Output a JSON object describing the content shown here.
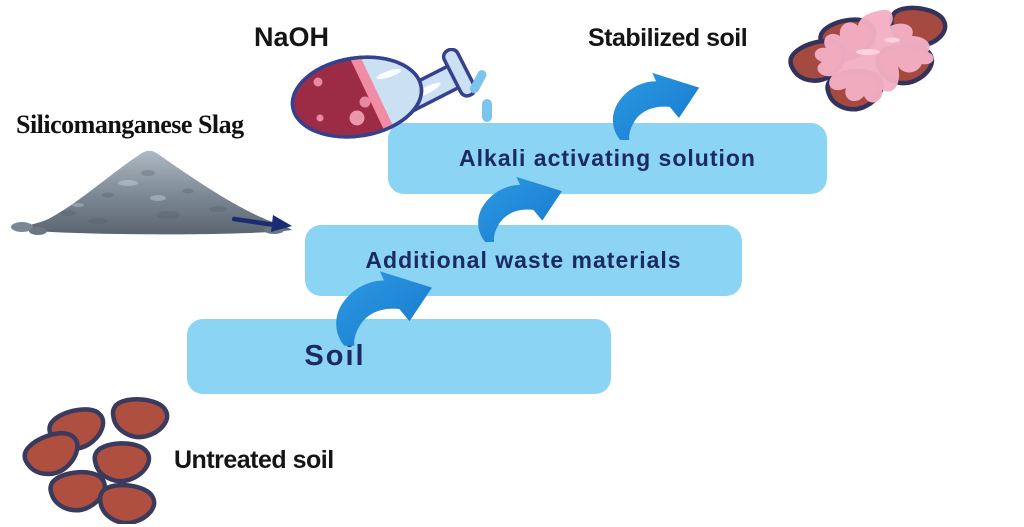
{
  "diagram": {
    "labels": {
      "naoh": "NaOH",
      "stabilized_soil": "Stabilized soil",
      "silicomanganese_slag": "Silicomanganese Slag",
      "untreated_soil": "Untreated soil"
    },
    "boxes": [
      {
        "id": "alkali",
        "label": "Alkali activating solution"
      },
      {
        "id": "waste",
        "label": "Additional waste materials"
      },
      {
        "id": "soil",
        "label": "Soil"
      }
    ],
    "icons": {
      "flask": "round-bottom-flask-pouring-icon",
      "naoh_drops": "liquid-drops-icon",
      "slag_pile": "gray-slag-powder-pile-icon",
      "slag_arrow": "straight-right-arrow-icon",
      "flow_arrows": "curved-up-right-arrow-icon",
      "untreated_soil": "loose-soil-clumps-icon",
      "stabilized_soil": "bound-soil-clumps-with-binder-icon"
    },
    "colors": {
      "process_box_fill": "#8BD4F4",
      "process_box_text": "#1B2A63",
      "flow_arrow_blue": "#1E8CDC",
      "slag_arrow_navy": "#1B2C72",
      "soil_clump_brown": "#AE4F3F",
      "clump_outline": "#3A3A5C",
      "binder_pink": "#F3AFC4",
      "flask_liquid_red": "#9C2B45",
      "flask_glass_blue": "#CCE0F4",
      "naoh_drop_blue": "#7CC3EE",
      "slag_gray": "#78828D"
    }
  }
}
